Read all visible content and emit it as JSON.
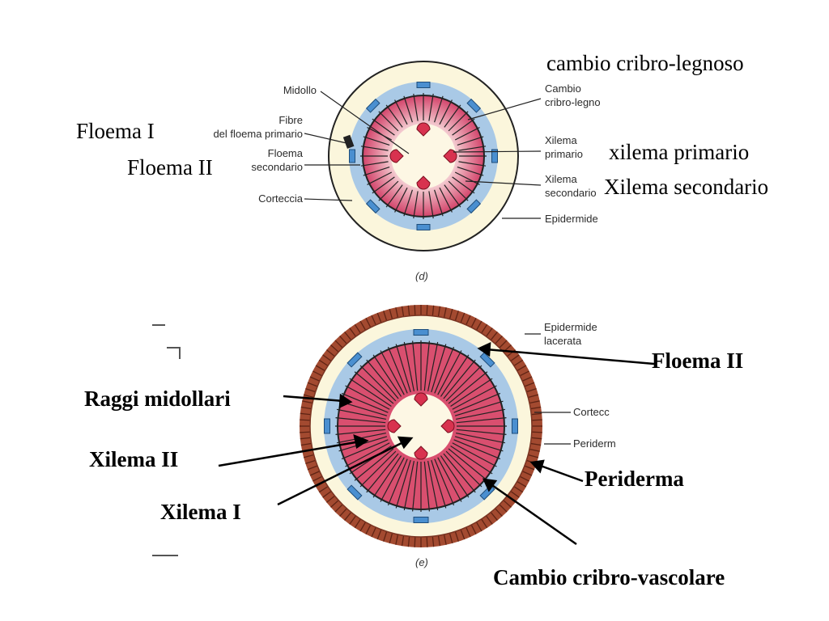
{
  "diagram_d": {
    "caption": "(d)",
    "labels": {
      "midollo": "Midollo",
      "fibre_1": "Fibre",
      "fibre_2": "del floema primario",
      "floema_sec_1": "Floema",
      "floema_sec_2": "secondario",
      "corteccia": "Corteccia",
      "cambio_1": "Cambio",
      "cambio_2": "cribro-legno",
      "xil_prim_1": "Xilema",
      "xil_prim_2": "primario",
      "xil_sec_1": "Xilema",
      "xil_sec_2": "secondario",
      "epidermide": "Epidermide"
    },
    "annotations": {
      "cambio_cribro_legnoso": "cambio cribro-legnoso",
      "floema_I": "Floema I",
      "floema_II": "Floema II",
      "xilema_primario": "xilema primario",
      "xilema_secondario": "Xilema secondario"
    }
  },
  "diagram_e": {
    "caption": "(e)",
    "labels": {
      "epidermide_1": "Epidermide",
      "epidermide_2": "lacerata",
      "corteccia": "Cortecc",
      "periderma": "Periderm"
    },
    "annotations": {
      "floema_II": "Floema II",
      "raggi_midollari": "Raggi midollari",
      "xilema_II": "Xilema II",
      "xilema_I": "Xilema I",
      "periderma": "Periderma",
      "cambio_cribro_vascolare": "Cambio cribro-vascolare"
    }
  },
  "colors": {
    "cortex": "#fbf6dc",
    "phloem": "#a9c9e6",
    "xylem": "#d4486e",
    "pith": "#fdf7e4",
    "primary_xylem": "#d8324f",
    "bark": "#b8573a"
  }
}
